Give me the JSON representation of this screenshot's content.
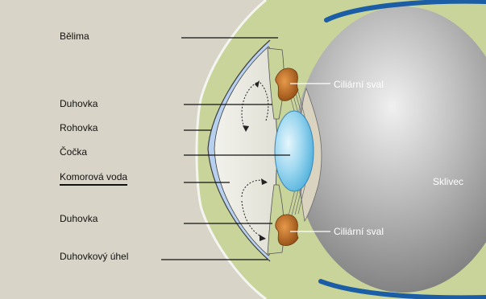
{
  "labels": {
    "belima": "Bělima",
    "duhovka_top": "Duhovka",
    "rohovka": "Rohovka",
    "cocka": "Čočka",
    "komorova_voda": "Komorová voda",
    "duhovka_bottom": "Duhovka",
    "duhovkovy_uhel": "Duhovkový úhel",
    "ciliarni_sval_top": "Ciliární sval",
    "ciliarni_sval_bottom": "Ciliární sval",
    "sklivec": "Sklivec"
  },
  "colors": {
    "background": "#d8d5c8",
    "sclera_green": "#c9d49a",
    "cornea_blue": "#b8d0ef",
    "aqueous": "#eeeee6",
    "lens_blue": "#7fc9ea",
    "vitreous_gray": "#9b9b9b",
    "retina_blue": "#1b5ea6",
    "ciliary_brown": "#b8661e"
  }
}
